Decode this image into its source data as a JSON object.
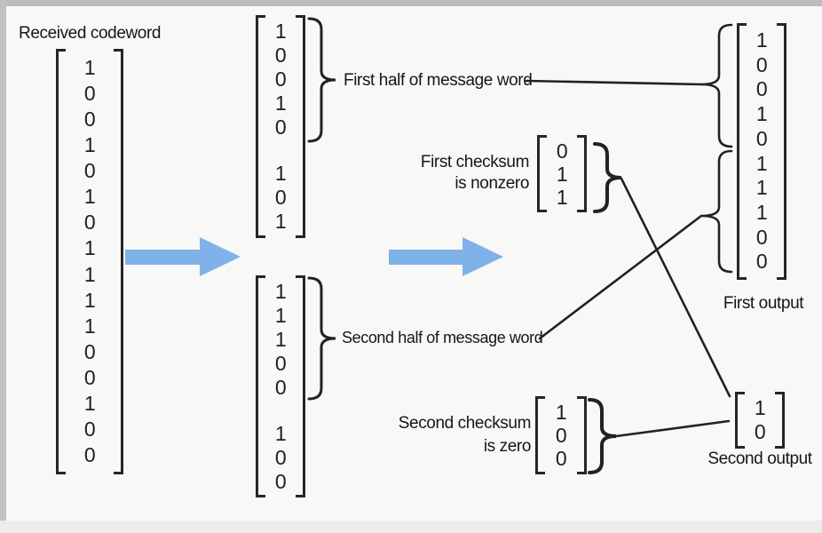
{
  "colors": {
    "arrow": "#7fb2e8",
    "ink": "#222222"
  },
  "received": {
    "title": "Received codeword",
    "bits": [
      "1",
      "0",
      "0",
      "1",
      "0",
      "1",
      "0",
      "1",
      "1",
      "1",
      "1",
      "0",
      "0",
      "1",
      "0",
      "0"
    ]
  },
  "split_top": {
    "msg_bits": [
      "1",
      "0",
      "0",
      "1",
      "0"
    ],
    "parity_bits": [
      "1",
      "0",
      "1"
    ]
  },
  "split_bottom": {
    "msg_bits": [
      "1",
      "1",
      "1",
      "0",
      "0"
    ],
    "parity_bits": [
      "1",
      "0",
      "0"
    ]
  },
  "labels": {
    "first_half": "First half of message word",
    "second_half": "Second half of message word",
    "first_checksum": [
      "First checksum",
      "is nonzero"
    ],
    "second_checksum": [
      "Second checksum",
      "is zero"
    ],
    "first_output": "First output",
    "second_output": "Second output"
  },
  "first_checksum": {
    "bits": [
      "0",
      "1",
      "1"
    ]
  },
  "second_checksum": {
    "bits": [
      "1",
      "0",
      "0"
    ]
  },
  "first_output": {
    "bits": [
      "1",
      "0",
      "0",
      "1",
      "0",
      "1",
      "1",
      "1",
      "0",
      "0"
    ]
  },
  "second_output": {
    "bits": [
      "1",
      "0"
    ]
  }
}
